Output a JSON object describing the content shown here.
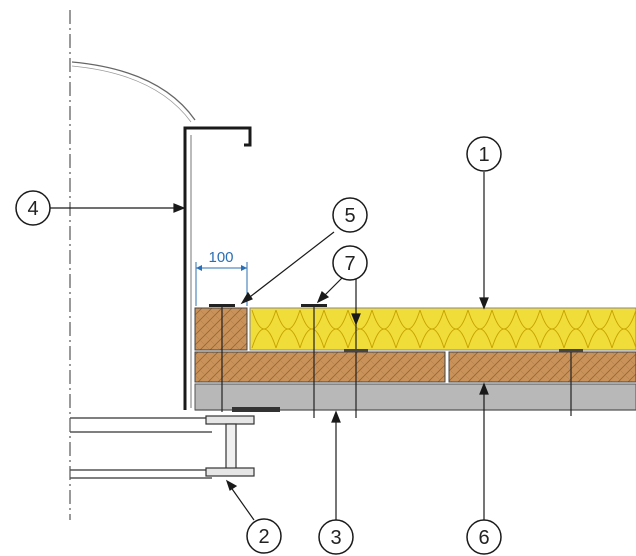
{
  "dimension": {
    "label": "100"
  },
  "callouts": {
    "c1": "1",
    "c2": "2",
    "c3": "3",
    "c4": "4",
    "c5": "5",
    "c6": "6",
    "c7": "7"
  },
  "colors": {
    "insulation": "#f1dd3a",
    "wood_board": "#c9925a",
    "steel_deck": "#b8b8b8",
    "dimension": "#2a6fb5",
    "line": "#1a1a1a"
  }
}
